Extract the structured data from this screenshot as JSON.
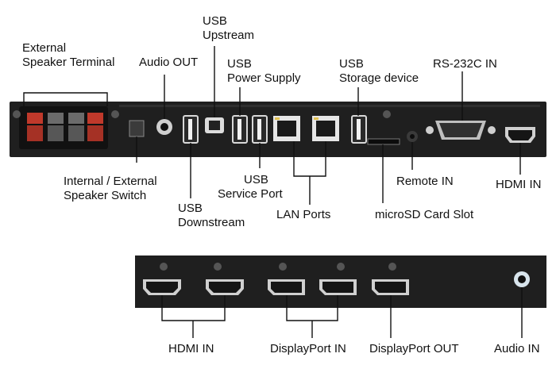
{
  "labels": {
    "external_speaker_terminal": [
      "External",
      "Speaker Terminal"
    ],
    "audio_out": "Audio OUT",
    "usb_upstream": [
      "USB",
      "Upstream"
    ],
    "usb_power_supply": [
      "USB",
      "Power Supply"
    ],
    "usb_storage_device": [
      "USB",
      "Storage device"
    ],
    "rs232c_in": "RS-232C IN",
    "internal_external_speaker_switch": [
      "Internal / External",
      "Speaker Switch"
    ],
    "usb_downstream": [
      "USB",
      "Downstream"
    ],
    "usb_service_port": [
      "USB",
      "Service Port"
    ],
    "lan_ports": "LAN Ports",
    "microsd_card_slot": "microSD Card Slot",
    "remote_in": "Remote IN",
    "hdmi_in_top": "HDMI IN",
    "hdmi_in_bottom": "HDMI IN",
    "displayport_in": "DisplayPort IN",
    "displayport_out": "DisplayPort OUT",
    "audio_in": "Audio IN"
  },
  "colors": {
    "panel": "#1f1f1f",
    "speaker_terminal_red": "#c0392b",
    "speaker_terminal_gray": "#6b6b6b",
    "lan_jack_led": "#e0c050"
  }
}
